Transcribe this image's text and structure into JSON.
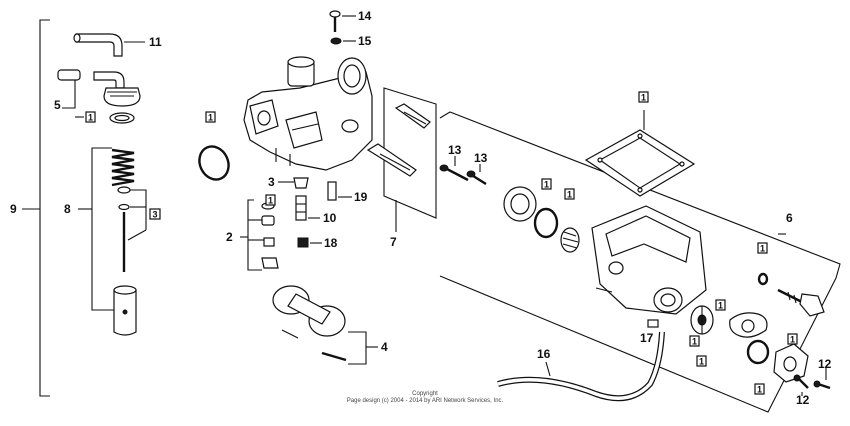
{
  "callouts": {
    "c9": "9",
    "c11": "11",
    "c5": "5",
    "c8": "8",
    "c14": "14",
    "c15": "15",
    "c3": "3",
    "c19": "19",
    "c2": "2",
    "c10": "10",
    "c18": "18",
    "c4": "4",
    "c7": "7",
    "c13a": "13",
    "c13b": "13",
    "c6": "6",
    "c16": "16",
    "c17": "17",
    "c12a": "12",
    "c12b": "12"
  },
  "boxed": {
    "b1": "1",
    "b2": "1",
    "b3": "1",
    "b4": "1",
    "b5": "1",
    "b6": "1",
    "b7": "1",
    "b8": "1",
    "b9": "1",
    "b10": "1",
    "b11": "1",
    "b12": "1",
    "bcap": "3"
  },
  "copyright": {
    "line1": "Copyright",
    "line2": "Page design (c) 2004 - 2014 by ARI Network Services, Inc."
  }
}
